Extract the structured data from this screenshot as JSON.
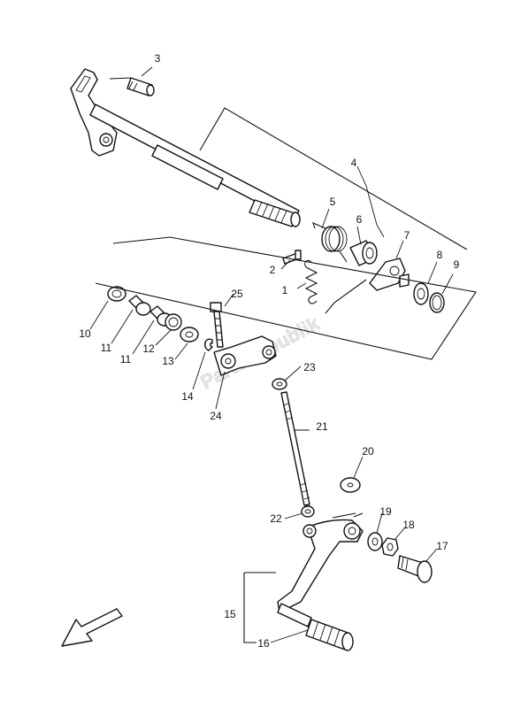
{
  "watermark": "PartsRepublik",
  "callouts": [
    {
      "id": "c1",
      "text": "1"
    },
    {
      "id": "c2",
      "text": "2"
    },
    {
      "id": "c3",
      "text": "3"
    },
    {
      "id": "c4",
      "text": "4"
    },
    {
      "id": "c5",
      "text": "5"
    },
    {
      "id": "c6",
      "text": "6"
    },
    {
      "id": "c7",
      "text": "7"
    },
    {
      "id": "c8",
      "text": "8"
    },
    {
      "id": "c9",
      "text": "9"
    },
    {
      "id": "c10",
      "text": "10"
    },
    {
      "id": "c11a",
      "text": "11"
    },
    {
      "id": "c11b",
      "text": "11"
    },
    {
      "id": "c12",
      "text": "12"
    },
    {
      "id": "c13",
      "text": "13"
    },
    {
      "id": "c14",
      "text": "14"
    },
    {
      "id": "c15",
      "text": "15"
    },
    {
      "id": "c16",
      "text": "16"
    },
    {
      "id": "c17",
      "text": "17"
    },
    {
      "id": "c18",
      "text": "18"
    },
    {
      "id": "c19",
      "text": "19"
    },
    {
      "id": "c20",
      "text": "20"
    },
    {
      "id": "c21",
      "text": "21"
    },
    {
      "id": "c22",
      "text": "22"
    },
    {
      "id": "c23",
      "text": "23"
    },
    {
      "id": "c24",
      "text": "24"
    },
    {
      "id": "c25",
      "text": "25"
    }
  ]
}
